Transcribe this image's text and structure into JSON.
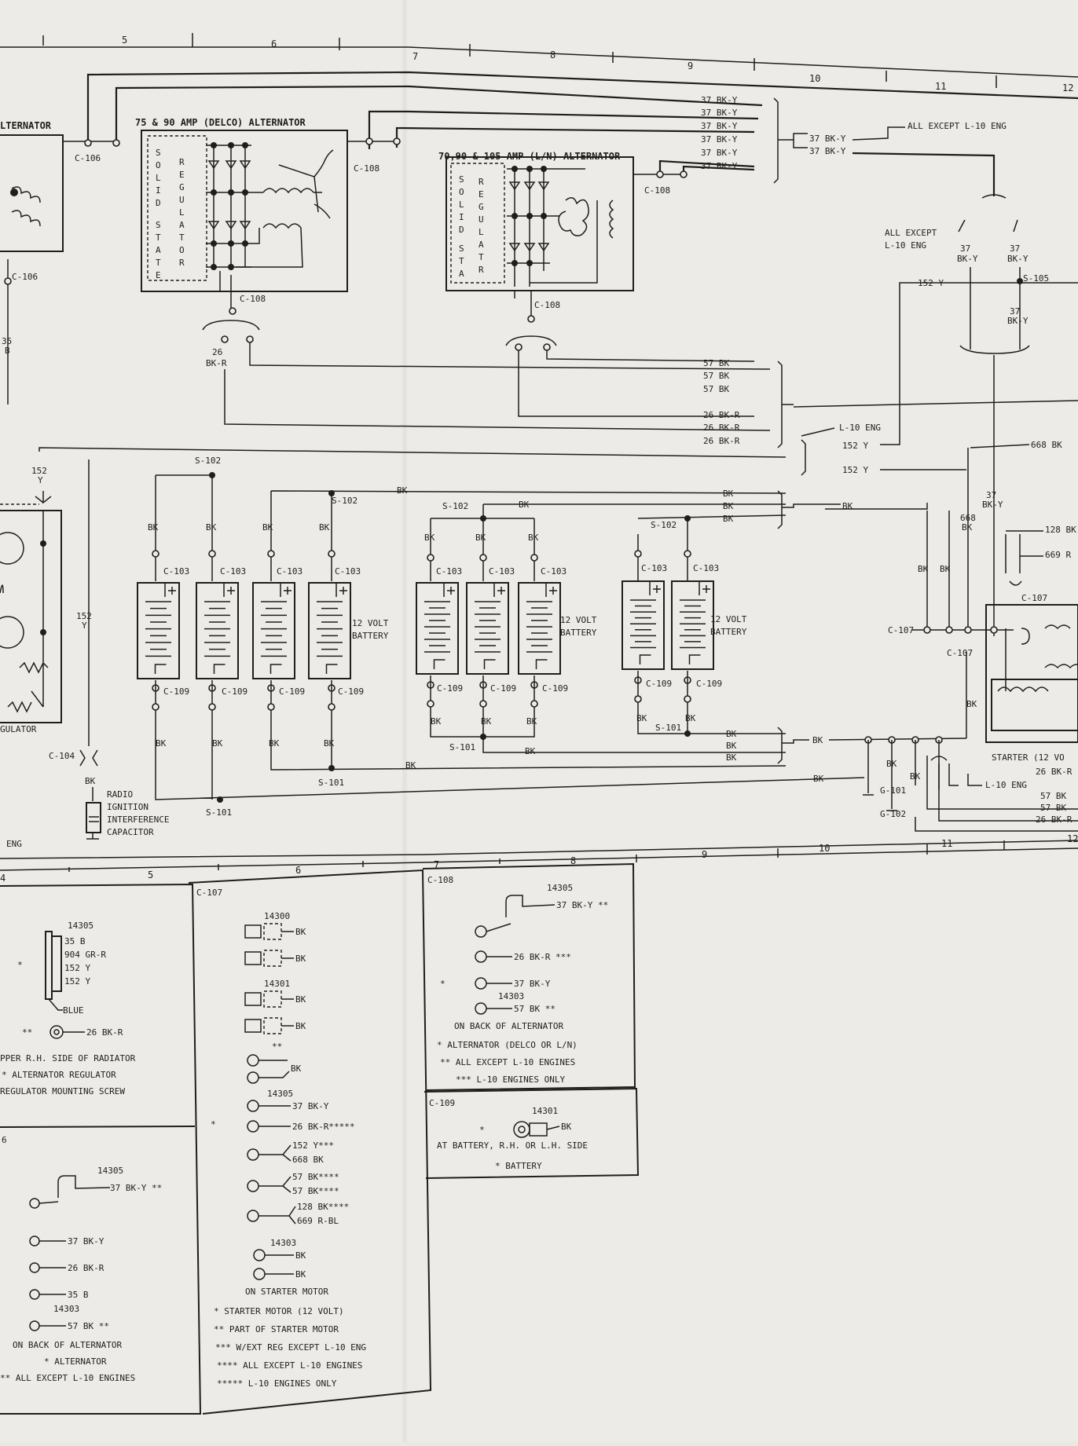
{
  "zones_top": [
    "5",
    "6",
    "7",
    "8",
    "9",
    "10",
    "11",
    "12"
  ],
  "zones_bottom": [
    "9",
    "10",
    "11",
    "12"
  ],
  "zones_table": [
    "4",
    "5",
    "6",
    "7",
    "8"
  ],
  "alternators": {
    "left_title": "LTERNATOR",
    "delco_title": "75 & 90 AMP (DELCO) ALTERNATOR",
    "ln_title": "70,90 & 105 AMP (L/N) ALTERNATOR",
    "regulator_vertical_1": "SOLID STATE",
    "regulator_vertical_2": "REGULATOR"
  },
  "wires": {
    "bk_y_37": "37 BK-Y",
    "bk_57": "57 BK",
    "bk_r_26": "26 BK-R",
    "y_152": "152 Y",
    "bk": "BK",
    "bk_668": "668 BK",
    "bk_128": "128 BK",
    "r_669": "669 R",
    "bk_r_26_short": "26 BK-R",
    "bk_y_37_stack": "37\nBK-Y",
    "y_152_stack": "152\nY",
    "bk_668_stack": "668\nBK",
    "r_35": "35\nB"
  },
  "labels": {
    "all_except_l10_eng": "ALL EXCEPT L-10 ENG",
    "all_except_l10_eng_line1": "ALL EXCEPT",
    "all_except_l10_eng_line2": "L-10 ENG",
    "l10_eng": "L-10 ENG",
    "battery_12v_line1": "12 VOLT",
    "battery_12v_line2": "BATTERY",
    "starter": "STARTER (12 VO",
    "regulator_fragment": "GULATOR",
    "eng_fragment": "ENG",
    "radio_line1": "RADIO",
    "radio_line2": "IGNITION",
    "radio_line3": "INTERFERENCE",
    "radio_line4": "CAPACITOR"
  },
  "connectors": {
    "c106": "C-106",
    "c108": "C-108",
    "c103": "C-103",
    "c109": "C-109",
    "c107": "C-107",
    "c104": "C-104",
    "s101": "S-101",
    "s102": "S-102",
    "s105": "S-105",
    "g101": "G-101",
    "g102": "G-102"
  },
  "legend": {
    "panel_a": {
      "part": "14305",
      "pins": [
        "35 B",
        "904 GR-R",
        "152 Y",
        "152 Y"
      ],
      "blue": "BLUE",
      "ring": "26 BK-R",
      "note1": "PPER R.H. SIDE OF RADIATOR",
      "note2": "* ALTERNATOR REGULATOR",
      "note3": "REGULATOR MOUNTING SCREW"
    },
    "panel_b": {
      "id": "6",
      "part": "14305",
      "top": "37 BK-Y **",
      "rows": [
        "37 BK-Y",
        "26 BK-R",
        "35 B"
      ],
      "part2": "14303",
      "last": "57 BK **",
      "note1": "ON BACK OF ALTERNATOR",
      "note2": "* ALTERNATOR",
      "note3": "** ALL EXCEPT L-10 ENGINES"
    },
    "panel_c107": {
      "id": "C-107",
      "part1": "14300",
      "part2": "14301",
      "part3": "14305",
      "part4": "14303",
      "rows": [
        "BK",
        "BK",
        "BK",
        "BK",
        "BK",
        "37 BK-Y",
        "26 BK-R*****",
        "152 Y***",
        "668 BK",
        "57 BK****",
        "57 BK****",
        "128 BK****",
        "669 R-BL",
        "BK",
        "BK"
      ],
      "double_star": "**",
      "note1": "ON STARTER MOTOR",
      "note2": "* STARTER MOTOR (12 VOLT)",
      "note3": "** PART OF STARTER MOTOR",
      "note4": "*** W/EXT REG EXCEPT L-10 ENG",
      "note5": "**** ALL EXCEPT L-10 ENGINES",
      "note6": "***** L-10 ENGINES ONLY"
    },
    "panel_c108": {
      "id": "C-108",
      "part1": "14305",
      "top": "37 BK-Y **",
      "row1": "26 BK-R ***",
      "row2": "37 BK-Y",
      "part2": "14303",
      "row3": "57 BK **",
      "note1": "ON BACK OF ALTERNATOR",
      "note2": "* ALTERNATOR (DELCO OR L/N)",
      "note3": "** ALL EXCEPT L-10 ENGINES",
      "note4": "*** L-10 ENGINES ONLY"
    },
    "panel_c109": {
      "id": "C-109",
      "part": "14301",
      "row": "BK",
      "note1": "AT BATTERY, R.H. OR L.H. SIDE",
      "note2": "* BATTERY"
    }
  },
  "colors": {
    "paper": "#ecebe7",
    "ink": "#1e1e1e"
  }
}
